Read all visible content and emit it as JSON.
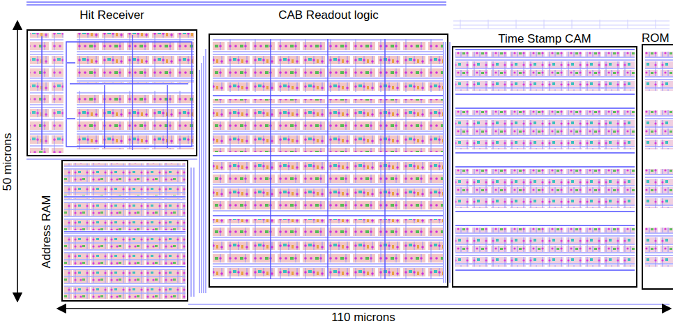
{
  "diagram": {
    "nodes": [
      {
        "text": [
          "Hit Receiver"
        ]
      },
      {
        "text": [
          "CAB Readout logic"
        ]
      },
      {
        "text": [
          "Time Stamp CAM"
        ]
      },
      {
        "text": [
          "ROM"
        ]
      },
      {
        "text": [
          "Address RAM"
        ]
      }
    ],
    "labels": [
      "50 microns",
      "110 microns"
    ]
  }
}
